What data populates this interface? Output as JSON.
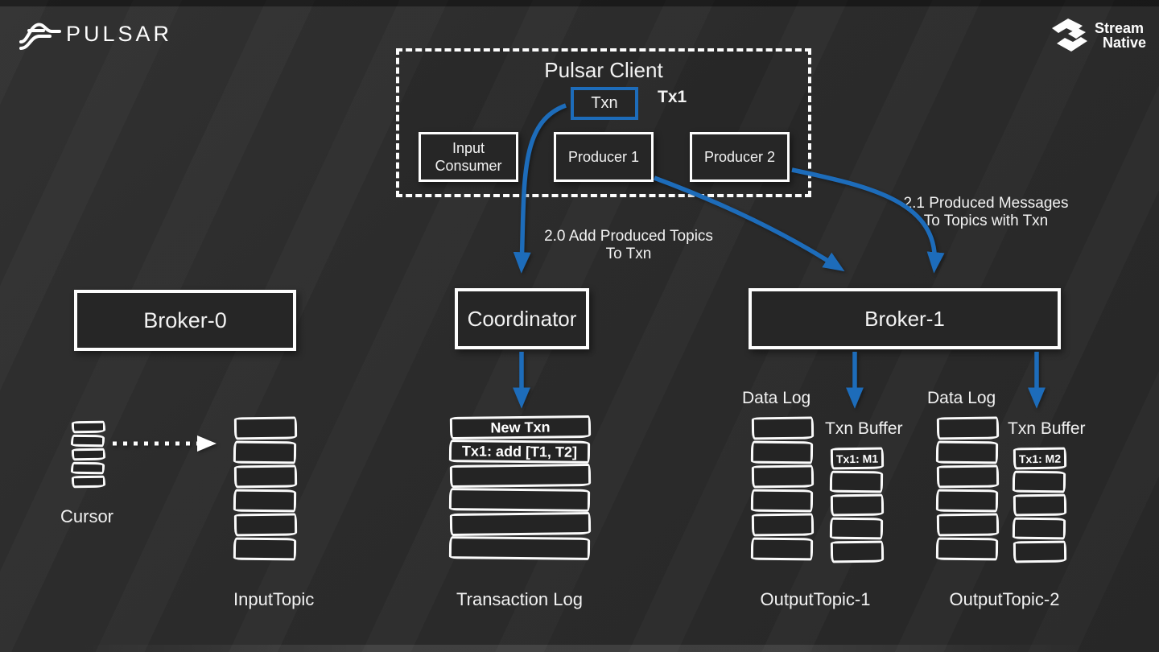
{
  "brand": {
    "pulsar_wordmark": "PULSAR",
    "streamnative_line1": "Stream",
    "streamnative_line2": "Native"
  },
  "client": {
    "title": "Pulsar Client",
    "txn_label": "Txn",
    "tx1_label": "Tx1",
    "input_consumer_line1": "Input",
    "input_consumer_line2": "Consumer",
    "producer1_label": "Producer 1",
    "producer2_label": "Producer 2"
  },
  "flow_labels": {
    "step20_line1": "2.0 Add Produced Topics",
    "step20_line2": "To Txn",
    "step21_line1": "2.1 Produced Messages",
    "step21_line2": "To Topics with Txn"
  },
  "brokers": {
    "broker0_label": "Broker-0",
    "coordinator_label": "Coordinator",
    "broker1_label": "Broker-1"
  },
  "input_side": {
    "cursor_label": "Cursor",
    "input_topic_label": "InputTopic"
  },
  "transaction_log": {
    "rows": [
      "New Txn",
      "Tx1: add [T1, T2]",
      "",
      "",
      "",
      ""
    ],
    "label": "Transaction Log"
  },
  "output_topic_1": {
    "data_log_label": "Data Log",
    "txn_buffer_label": "Txn Buffer",
    "buffer_rows": [
      "Tx1: M1",
      "",
      "",
      "",
      ""
    ],
    "label": "OutputTopic-1"
  },
  "output_topic_2": {
    "data_log_label": "Data Log",
    "txn_buffer_label": "Txn Buffer",
    "buffer_rows": [
      "Tx1: M2",
      "",
      "",
      "",
      ""
    ],
    "label": "OutputTopic-2"
  },
  "colors": {
    "accent_blue": "#1d6cba",
    "box_border_white": "#fdfdfd",
    "background": "#2b2b2b"
  }
}
